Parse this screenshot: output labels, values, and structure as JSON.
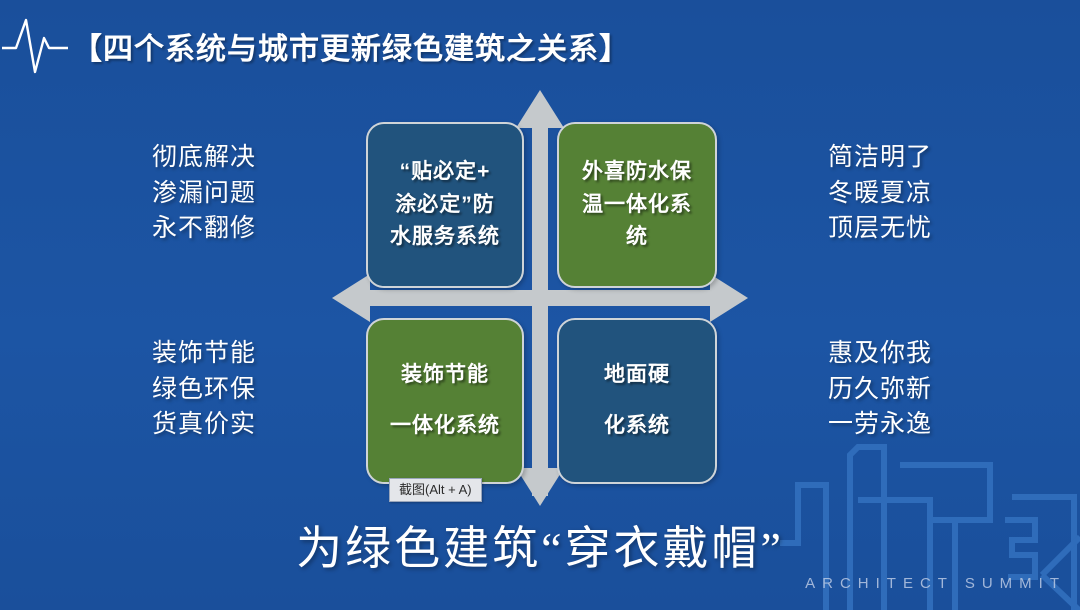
{
  "slide": {
    "background_color": "#1b529e",
    "title": "【四个系统与城市更新绿色建筑之关系】",
    "headline": "为绿色建筑“穿衣戴帽”"
  },
  "logo": {
    "name": "pulse-logo",
    "color": "#ffffff"
  },
  "quadrants": {
    "top_left": {
      "position": "top-left",
      "fill": "#21537d",
      "border": "#cfd4d8",
      "lines": [
        "“贴必定+",
        "涂必定”防",
        "水服务系统"
      ]
    },
    "top_right": {
      "position": "top-right",
      "fill": "#558135",
      "border": "#cfd4d8",
      "lines": [
        "外喜防水保",
        "温一体化系",
        "统"
      ]
    },
    "bottom_left": {
      "position": "bottom-left",
      "fill": "#558135",
      "border": "#cfd4d8",
      "lines": [
        "装饰节能",
        "一体化系统"
      ]
    },
    "bottom_right": {
      "position": "bottom-right",
      "fill": "#21537d",
      "border": "#cfd4d8",
      "lines": [
        "地面硬",
        "化系统"
      ]
    }
  },
  "captions": {
    "top_left": [
      "彻底解决",
      "渗漏问题",
      "永不翻修"
    ],
    "top_right": [
      "简洁明了",
      "冬暖夏凉",
      "顶层无忧"
    ],
    "bottom_left": [
      "装饰节能",
      "绿色环保",
      "货真价实"
    ],
    "bottom_right": [
      "惠及你我",
      "历久弥新",
      "一劳永逸"
    ]
  },
  "axes": {
    "color": "#c5c9cc",
    "description": "four-direction cross arrows"
  },
  "tooltip": {
    "text": "截图(Alt + A)",
    "background": "#e4e6ea",
    "border": "#9aa6bb"
  },
  "watermark": {
    "text": "ARCHITECT SUMMIT",
    "color": "#b9c9e4"
  }
}
